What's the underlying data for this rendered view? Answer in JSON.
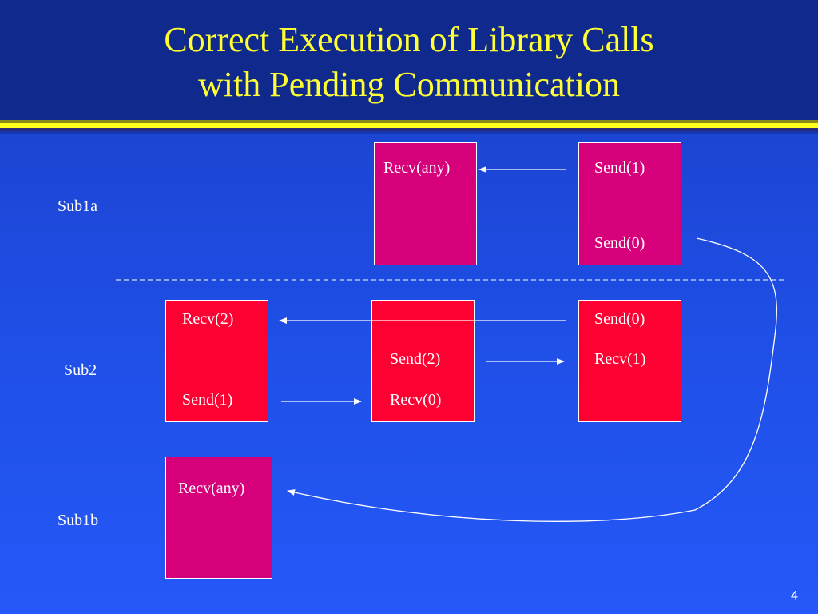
{
  "title": {
    "line1": "Correct Execution of Library Calls",
    "line2": "with Pending Communication"
  },
  "rows": {
    "sub1a": "Sub1a",
    "sub2": "Sub2",
    "sub1b": "Sub1b"
  },
  "boxes": {
    "sub1a_middle": {
      "line1": "Recv(any)"
    },
    "sub1a_right": {
      "line1": "Send(1)",
      "line2": "Send(0)"
    },
    "sub2_left": {
      "line1": "Recv(2)",
      "line2": "Send(1)"
    },
    "sub2_middle": {
      "line1": "Send(2)",
      "line2": "Recv(0)"
    },
    "sub2_right": {
      "line1": "Send(0)",
      "line2": "Recv(1)"
    },
    "sub1b_left": {
      "line1": "Recv(any)"
    }
  },
  "page_number": "4",
  "colors": {
    "background": "#1f4fe6",
    "header": "#0f2a8c",
    "title_text": "#ffff33",
    "accent_band": "#ffff1a",
    "box_magenta": "#d6007a",
    "box_red": "#ff0033",
    "lines": "#ffffff"
  }
}
